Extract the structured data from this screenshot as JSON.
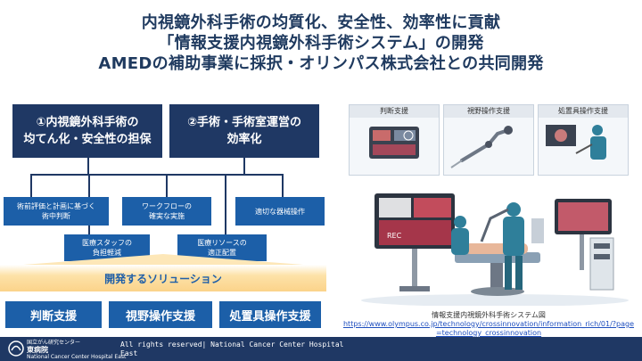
{
  "title": {
    "line1": "内視鏡外科手術の均質化、安全性、効率性に貢献",
    "line2": "「情報支援内視鏡外科手術システム」の開発",
    "line3": "AMEDの補助事業に採択・オリンパス株式会社との共同開発"
  },
  "pillars": [
    {
      "line1": "①内視鏡外科手術の",
      "line2": "均てん化・安全性の担保"
    },
    {
      "line1": "②手術・手術室運営の",
      "line2": "効率化"
    }
  ],
  "subitems": {
    "preop": {
      "line1": "術前評価と計画に基づく",
      "line2": "術中判断"
    },
    "workflow": {
      "line1": "ワークフローの",
      "line2": "確実な実施"
    },
    "device": {
      "line1": "適切な器械操作"
    },
    "staff": {
      "line1": "医療スタッフの",
      "line2": "負担軽減"
    },
    "resource": {
      "line1": "医療リソースの",
      "line2": "適正配置"
    }
  },
  "band_label": "開発するソリューション",
  "solutions": [
    "判断支援",
    "視野操作支援",
    "処置具操作支援"
  ],
  "thumbnails": [
    "判断支援",
    "視野操作支援",
    "処置具操作支援"
  ],
  "screen_badge": "REC",
  "caption": {
    "title": "情報支援内視鏡外科手術システム図",
    "url_line1": "https://www.olympus.co.jp/technology/crossinnovation/information_rich/01/?page",
    "url_line2": "=technology_crossinnovation"
  },
  "footer": {
    "logo_line1": "国立がん研究センター",
    "logo_line2": "東病院",
    "logo_line3": "National Cancer Center Hospital East",
    "text_line1": "All rights reserved| National Cancer Center Hospital",
    "text_line2": "East"
  },
  "colors": {
    "navy": "#1f3864",
    "blue": "#1c5fa8",
    "band": "#fbd38a"
  }
}
